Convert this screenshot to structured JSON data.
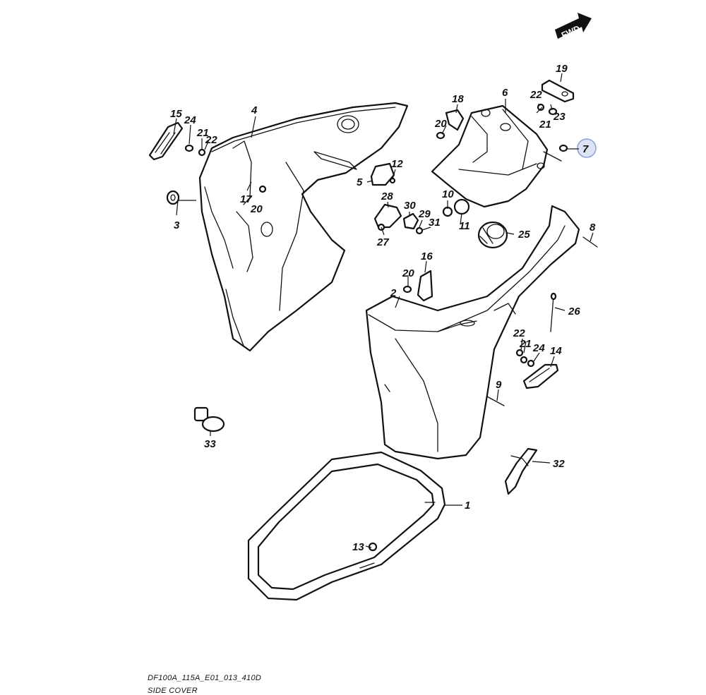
{
  "diagram": {
    "direction_label": "FWD",
    "highlighted_part": "7",
    "callouts": {
      "c1": "1",
      "c2": "2",
      "c3": "3",
      "c4": "4",
      "c5": "5",
      "c6": "6",
      "c7": "7",
      "c8": "8",
      "c9": "9",
      "c10": "10",
      "c11": "11",
      "c12": "12",
      "c13": "13",
      "c14": "14",
      "c15": "15",
      "c16": "16",
      "c17": "17",
      "c18": "18",
      "c19": "19",
      "c20a": "20",
      "c20b": "20",
      "c20c": "20",
      "c21a": "21",
      "c21b": "21",
      "c21c": "21",
      "c22a": "22",
      "c22b": "22",
      "c22c": "22",
      "c23": "23",
      "c24a": "24",
      "c24b": "24",
      "c25": "25",
      "c26": "26",
      "c27": "27",
      "c28": "28",
      "c29": "29",
      "c30": "30",
      "c31": "31",
      "c32": "32",
      "c33": "33"
    },
    "footer": {
      "code": "DF100A_115A_E01_013_410D",
      "title": "SIDE COVER"
    }
  }
}
